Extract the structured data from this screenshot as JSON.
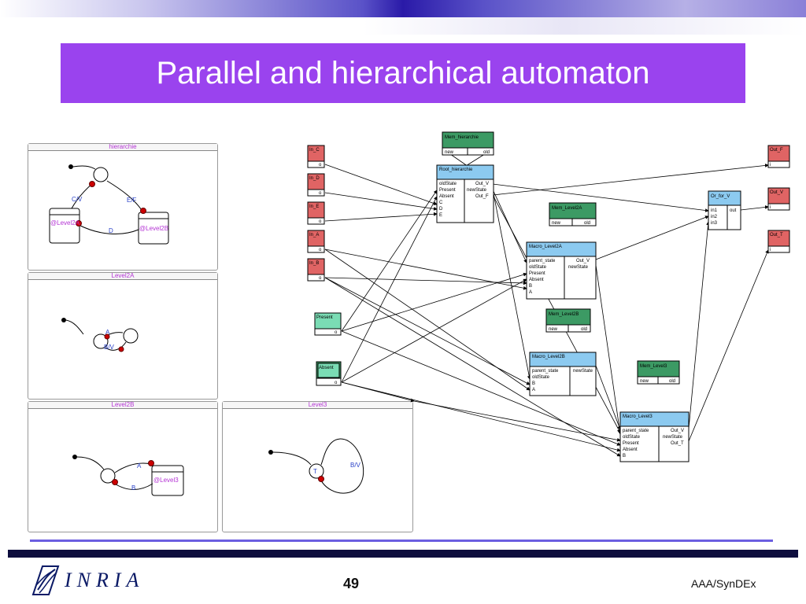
{
  "slide": {
    "title": "Parallel and hierarchical automaton",
    "page_number": "49",
    "footer_right": "AAA/SynDEx",
    "logo_text": "INRIA"
  },
  "panels": {
    "hierarchie": {
      "title": "hierarchie",
      "edge_cv": "C/V",
      "edge_ef": "E/F",
      "edge_d": "D",
      "state_a": "@Level2A",
      "state_b": "@Level2B"
    },
    "level2a": {
      "title": "Level2A",
      "edge_a": "A",
      "edge_bv": "B/V"
    },
    "level2b": {
      "title": "Level2B",
      "edge_a": "A",
      "edge_b": "B",
      "state": "@Level3"
    },
    "level3": {
      "title": "Level3",
      "state": "T",
      "edge_bv": "B/V"
    }
  },
  "blocks": {
    "in_c": {
      "title": "In_C",
      "port": "o"
    },
    "in_d": {
      "title": "In_D",
      "port": "o"
    },
    "in_e": {
      "title": "In_E",
      "port": "o"
    },
    "in_a": {
      "title": "In_A",
      "port": "o"
    },
    "in_b": {
      "title": "In_B",
      "port": "o"
    },
    "present": {
      "title": "Present",
      "port": "o"
    },
    "absent": {
      "title": "Absent",
      "port": "o"
    },
    "mem_hierarchie": {
      "title": "Mem_hierarchie",
      "in": "new",
      "out": "old"
    },
    "root_hierarchie": {
      "title": "Root_hierarchie",
      "inputs": [
        "oldState",
        "Present",
        "Absent",
        "C",
        "D",
        "E"
      ],
      "outputs": [
        "Out_V",
        "newState",
        "Out_F"
      ]
    },
    "mem_level2a": {
      "title": "Mem_Level2A",
      "in": "new",
      "out": "old"
    },
    "macro_level2a": {
      "title": "Macro_Level2A",
      "inputs": [
        "parent_state",
        "oldState",
        "Present",
        "Absent",
        "B",
        "A"
      ],
      "outputs": [
        "Out_V",
        "newState"
      ]
    },
    "mem_level2b": {
      "title": "Mem_Level2B",
      "in": "new",
      "out": "old"
    },
    "macro_level2b": {
      "title": "Macro_Level2B",
      "inputs": [
        "parent_state",
        "oldState",
        "B",
        "A"
      ],
      "outputs": [
        "newState"
      ]
    },
    "mem_level3": {
      "title": "Mem_Level3",
      "in": "new",
      "out": "old"
    },
    "macro_level3": {
      "title": "Macro_Level3",
      "inputs": [
        "parent_state",
        "oldState",
        "Present",
        "Absent",
        "B"
      ],
      "outputs": [
        "Out_V",
        "newState",
        "Out_T"
      ]
    },
    "or_for_v": {
      "title": "Or_for_V",
      "inputs": [
        "in1",
        "in2",
        "in3"
      ],
      "outputs": [
        "out"
      ]
    },
    "out_f": {
      "title": "Out_F",
      "port": "i"
    },
    "out_v": {
      "title": "Out_V",
      "port": "i"
    },
    "out_t": {
      "title": "Out_T",
      "port": "i"
    }
  },
  "colors": {
    "input_block": "#e06464",
    "memory_block": "#3c9a64",
    "macro_block": "#8ccaf0",
    "sensor_block": "#7adcb4",
    "title_bg": "#9a43ee",
    "state_label": "#b434d4",
    "edge_label": "#2a42c8"
  }
}
